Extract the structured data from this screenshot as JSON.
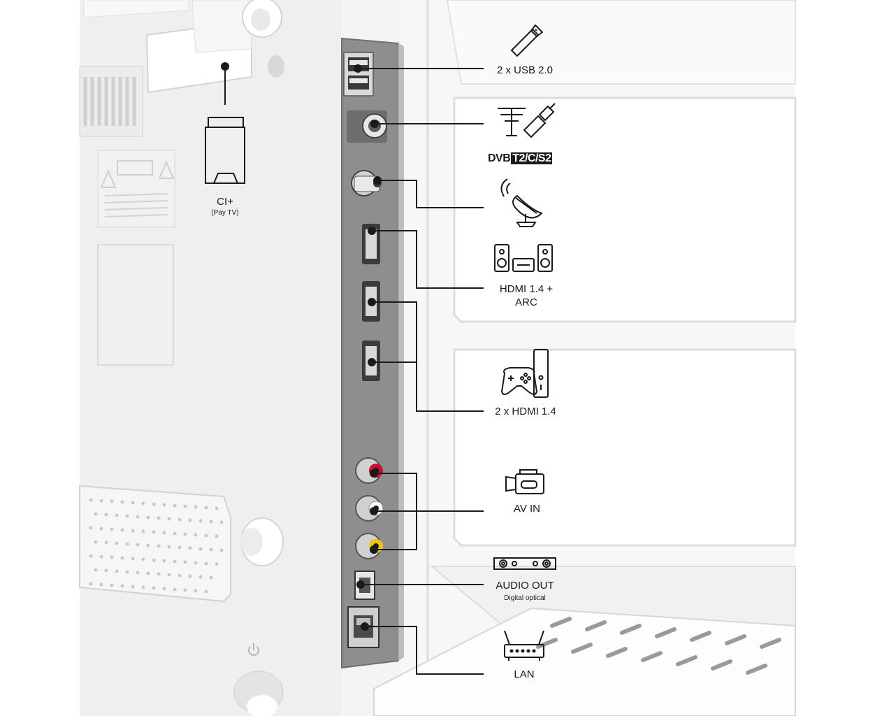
{
  "connectors": {
    "usb": "2 x USB 2.0",
    "dvb_brand": "DVB",
    "dvb_standards": "T2/C/S2",
    "hdmi_arc_line1": "HDMI 1.4 +",
    "hdmi_arc_line2": "ARC",
    "hdmi": "2 x HDMI 1.4",
    "av_in": "AV IN",
    "audio_out": "AUDIO OUT",
    "audio_out_sub": "Digital optical",
    "lan": "LAN",
    "ci": "CI+",
    "ci_sub": "(Pay TV)"
  },
  "colors": {
    "panel": "#8e8e8e",
    "tv_body": "#f2f2f2",
    "outline": "#1a1a1a",
    "rca_red": "#c8102e",
    "rca_white": "#ffffff",
    "rca_yellow": "#f2c300"
  }
}
